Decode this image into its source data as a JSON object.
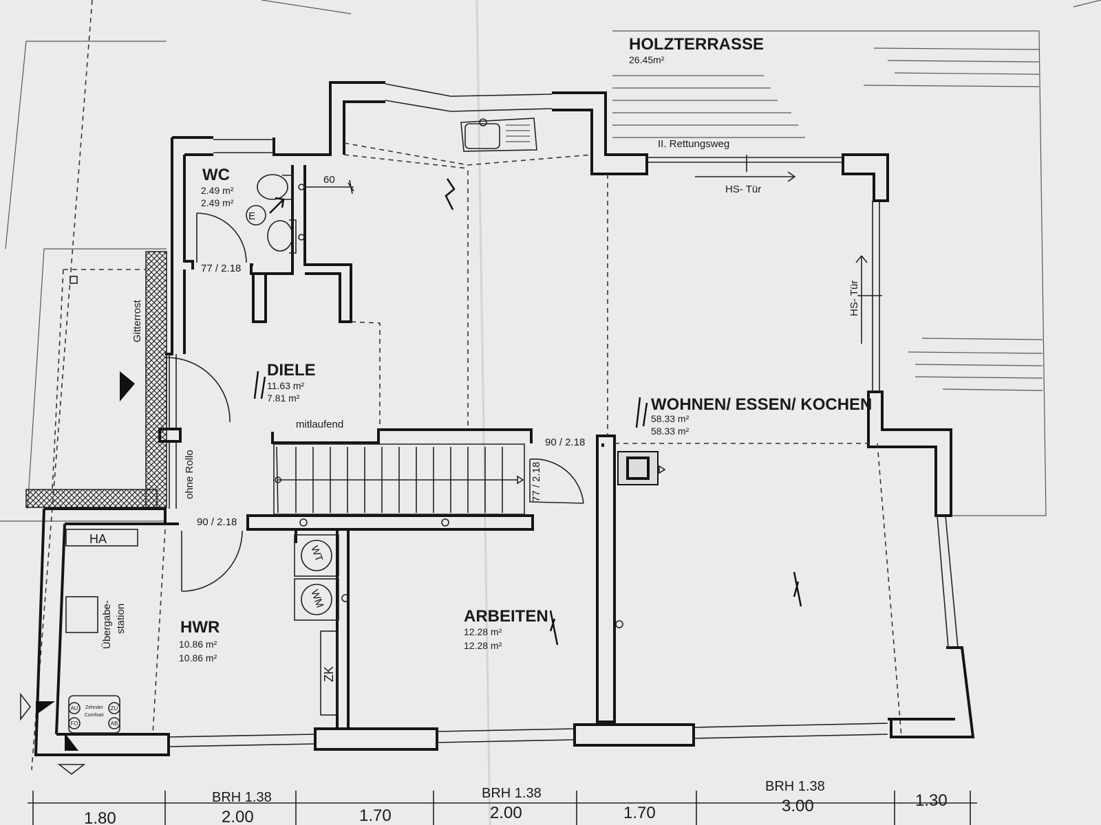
{
  "rooms": {
    "terrace": {
      "name": "HOLZTERRASSE",
      "area": "26.45m²"
    },
    "wc": {
      "name": "WC",
      "area1": "2.49 m²",
      "area2": "2.49 m²"
    },
    "diele": {
      "name": "DIELE",
      "area1": "11.63 m²",
      "area2": "7.81 m²"
    },
    "wohnen": {
      "name": "WOHNEN/ ESSEN/ KOCHEN",
      "area1": "58.33 m²",
      "area2": "58.33 m²"
    },
    "hwr": {
      "name": "HWR",
      "area1": "10.86 m²",
      "area2": "10.86 m²"
    },
    "arbeiten": {
      "name": "ARBEITEN",
      "area1": "12.28 m²",
      "area2": "12.28 m²"
    }
  },
  "labels": {
    "rettungsweg": "II. Rettungsweg",
    "hs_tuer_top": "HS- Tür",
    "hs_tuer_right": "HS- Tür",
    "gitterrost": "Gitterrost",
    "mitlaufend": "mitlaufend",
    "ohne_rollo": "ohne Rollo",
    "ha": "HA",
    "uebergabe": "Übergabe-",
    "station": "station",
    "wt": "WT",
    "wm": "WM",
    "zk": "ZK",
    "e": "E",
    "zehnder": "Zehnder",
    "comfoair": "Comfoair",
    "au": "AU",
    "zu": "ZU",
    "fo": "FO",
    "ab": "AB"
  },
  "door_dims": {
    "wc_door": "77 / 2.18",
    "stair_door": "90 / 2.18",
    "stair_door_side": "77 / 2.18",
    "hwr_door": "90 / 2.18",
    "wc_offset": "60"
  },
  "bottom_dims": {
    "brh": [
      "BRH 1.38",
      "BRH 1.38",
      "BRH 1.38"
    ],
    "widths": [
      "1.80",
      "2.00",
      "1.70",
      "2.00",
      "1.70",
      "3.00",
      "1.30"
    ]
  }
}
